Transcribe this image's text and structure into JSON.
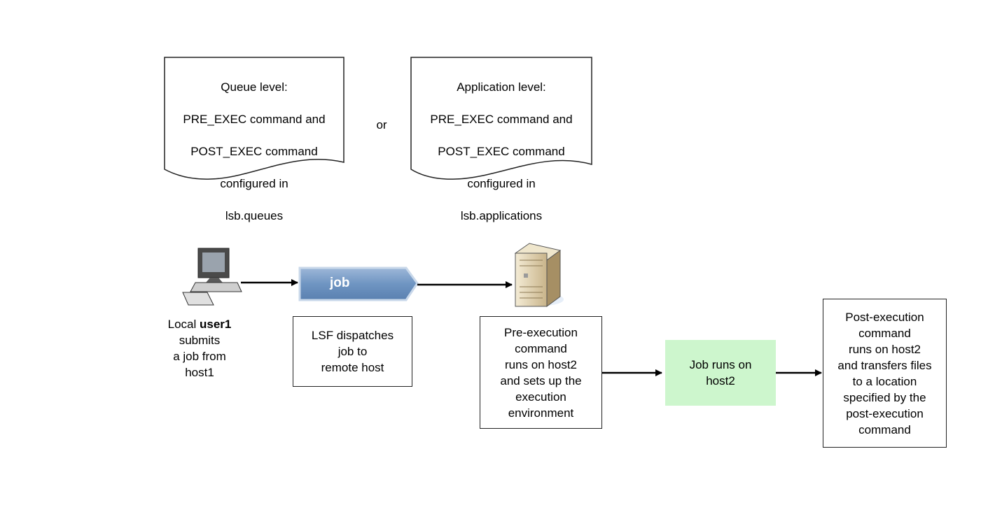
{
  "queue_doc": {
    "lines": [
      "Queue level:",
      "PRE_EXEC command and",
      "POST_EXEC command",
      "configured in",
      "lsb.queues"
    ]
  },
  "or_label": "or",
  "app_doc": {
    "lines": [
      "Application level:",
      "PRE_EXEC command and",
      "POST_EXEC command",
      "configured in",
      "lsb.applications"
    ]
  },
  "user": {
    "prefix": "Local ",
    "name": "user1",
    "rest_lines": [
      "submits",
      "a job from",
      "host1"
    ]
  },
  "job_tag": "job",
  "dispatch_box": "LSF dispatches\njob to\nremote host",
  "pre_exec_box": "Pre-execution\ncommand\nruns on host2\nand sets up the\nexecution\nenvironment",
  "job_runs_box": "Job runs on\nhost2",
  "post_exec_box": "Post-execution\ncommand\nruns on host2\nand transfers files\nto a location\nspecified by the\npost-execution\ncommand",
  "icons": {
    "workstation": "computer-icon",
    "server": "server-tower-icon"
  },
  "colors": {
    "job_tag_fill": "#6f95c2",
    "job_runs_fill": "#cdf6cd"
  }
}
